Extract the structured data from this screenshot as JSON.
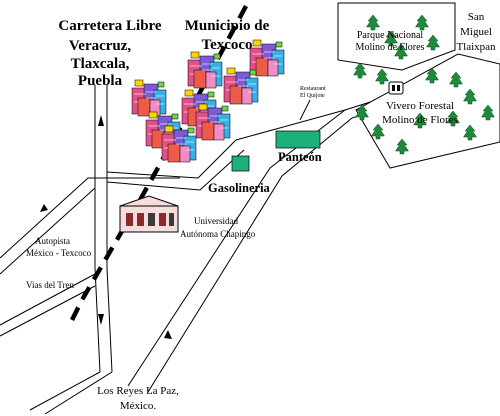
{
  "labels": {
    "carretera_line1": "Carretera Libre",
    "carretera_line2": "Veracruz,",
    "carretera_line3": "Tlaxcala,",
    "carretera_line4": "Puebla",
    "municipio_line1": "Municipio de",
    "municipio_line2": "Texcoco",
    "parque_line1": "Parque Nacional",
    "parque_line2": "Molino de Flores",
    "san_miguel_line1": "San",
    "san_miguel_line2": "Miguel",
    "san_miguel_line3": "Tlaixpan",
    "restaurant_line1": "Restaurant",
    "restaurant_line2": "El Quijote",
    "vivero_line1": "Vivero Forestal",
    "vivero_line2": "Molino de Flores",
    "panteon": "Panteón",
    "gasolineria": "Gasolineria",
    "universidad_line1": "Universidad",
    "universidad_line2": "Autónoma Chapingo",
    "autopista_line1": "Autopista",
    "autopista_line2": "México - Texcoco",
    "vias_del_tren": "Vias del Tren",
    "los_reyes_line1": "Los Reyes La Paz,",
    "los_reyes_line2": "México."
  },
  "icons": {
    "buildings": "city-buildings-icon",
    "trees": "pine-tree-icon",
    "university": "university-building-icon",
    "restaurant": "restaurant-icon",
    "cemetery": "cemetery-marker",
    "gas_station": "gas-station-marker"
  },
  "colors": {
    "tree_green": "#1f8a3a",
    "marker_green": "#1fb07a",
    "road_line": "#000000"
  }
}
